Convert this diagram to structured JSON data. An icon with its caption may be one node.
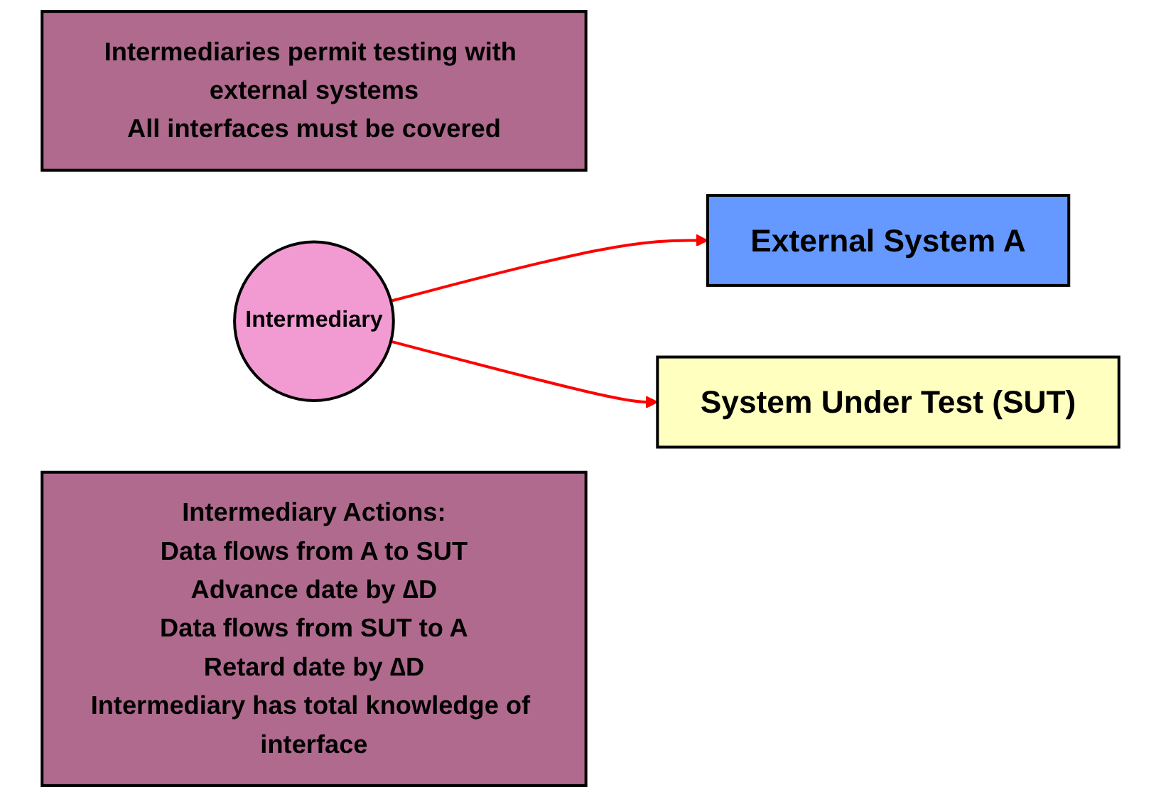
{
  "diagram": {
    "nodes": [
      {
        "text": [
          "External System A"
        ]
      },
      {
        "text": [
          "Intermediaries permit testing with external systems",
          "All interfaces must be covered"
        ]
      },
      {
        "text": [
          "Intermediary"
        ]
      },
      {
        "text": [
          "System Under Test (SUT)"
        ]
      },
      {
        "text": [
          "Intermediary Actions:",
          "Data flows from A to SUT",
          "Advance date by ∆D",
          "Data flows from SUT to A",
          "Retard date by ∆D",
          "Intermediary has total knowledge of interface"
        ]
      }
    ],
    "edges": [
      {
        "from": 2,
        "to": 0,
        "arrow": "to"
      },
      {
        "from": 2,
        "to": 3,
        "arrow": "to"
      }
    ]
  }
}
